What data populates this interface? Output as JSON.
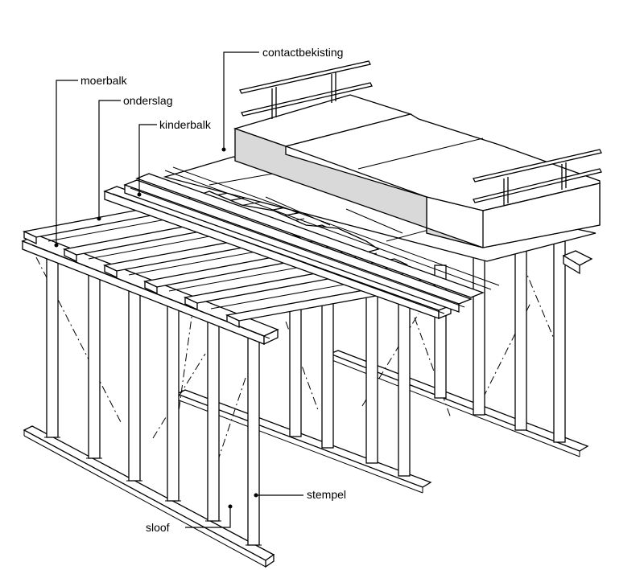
{
  "labels": {
    "contactbekisting": "contactbekisting",
    "moerbalk": "moerbalk",
    "onderslag": "onderslag",
    "kinderbalk": "kinderbalk",
    "stempel": "stempel",
    "sloof": "sloof"
  },
  "colors": {
    "line": "#000000",
    "formwork_side": "#d9d9d9",
    "background": "#ffffff"
  }
}
